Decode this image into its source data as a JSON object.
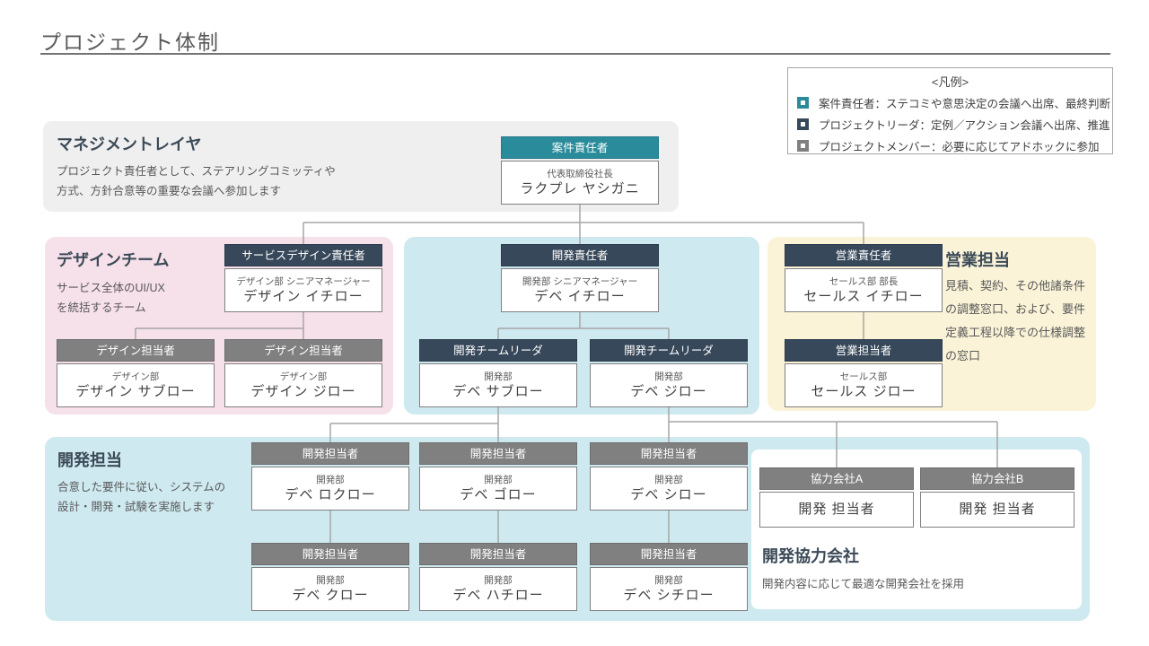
{
  "page": {
    "title": "プロジェクト体制"
  },
  "colors": {
    "accent_teal": "#2A8C9B",
    "accent_navy": "#37485A",
    "accent_gray": "#808080",
    "panel_gray": "#EFEFEF",
    "panel_pink": "#F6E0E9",
    "panel_blue": "#CEE9EF",
    "panel_yellow": "#FAF3D8",
    "connector_gray": "#A6A6A6"
  },
  "legend": {
    "title": "<凡例>",
    "items": [
      {
        "icon": "teal-square",
        "label": "案件責任者：ステコミや意思決定の会議へ出席、最終判断"
      },
      {
        "icon": "navy-square",
        "label": "プロジェクトリーダ：定例／アクション会議へ出席、推進"
      },
      {
        "icon": "gray-square",
        "label": "プロジェクトメンバー：必要に応じてアドホックに参加"
      }
    ]
  },
  "sections": {
    "management": {
      "title": "マネジメントレイヤ",
      "lines": [
        "プロジェクト責任者として、ステアリングコミッティや",
        "方式、方針合意等の重要な会議へ参加します"
      ]
    },
    "design": {
      "title": "デザインチーム",
      "lines": [
        "サービス全体のUI/UX",
        "を統括するチーム"
      ]
    },
    "development": {
      "title": "開発担当",
      "lines": [
        "合意した要件に従い、システムの",
        "設計・開発・試験を実施します"
      ]
    },
    "sales": {
      "title": "営業担当",
      "description": "見積、契約、その他諸条件の調整窓口、および、要件定義工程以降での仕様調整の窓口"
    },
    "partners": {
      "title": "開発協力会社",
      "description": "開発内容に応じて最適な開発会社を採用"
    }
  },
  "org": {
    "boxes": [
      {
        "header": "案件責任者",
        "role": "代表取締役社長",
        "name": "ラクプレ ヤシガニ"
      },
      {
        "header": "サービスデザイン責任者",
        "role": "デザイン部 シニアマネージャー",
        "name": "デザイン イチロー"
      },
      {
        "header": "開発責任者",
        "role": "開発部 シニアマネージャー",
        "name": "デベ イチロー"
      },
      {
        "header": "営業責任者",
        "role": "セールス部 部長",
        "name": "セールス イチロー"
      },
      {
        "header": "デザイン担当者",
        "role": "デザイン部",
        "name": "デザイン サブロー"
      },
      {
        "header": "デザイン担当者",
        "role": "デザイン部",
        "name": "デザイン ジロー"
      },
      {
        "header": "開発チームリーダ",
        "role": "開発部",
        "name": "デベ サブロー"
      },
      {
        "header": "開発チームリーダ",
        "role": "開発部",
        "name": "デベ ジロー"
      },
      {
        "header": "営業担当者",
        "role": "セールス部",
        "name": "セールス ジロー"
      },
      {
        "header": "開発担当者",
        "role": "開発部",
        "name": "デベ ロクロー"
      },
      {
        "header": "開発担当者",
        "role": "開発部",
        "name": "デベ ゴロー"
      },
      {
        "header": "開発担当者",
        "role": "開発部",
        "name": "デベ シロー"
      },
      {
        "header": "開発担当者",
        "role": "開発部",
        "name": "デベ クロー"
      },
      {
        "header": "開発担当者",
        "role": "開発部",
        "name": "デベ ハチロー"
      },
      {
        "header": "開発担当者",
        "role": "開発部",
        "name": "デベ シチロー"
      },
      {
        "header": "協力会社A",
        "name": "開発 担当者"
      },
      {
        "header": "協力会社B",
        "name": "開発 担当者"
      }
    ]
  }
}
